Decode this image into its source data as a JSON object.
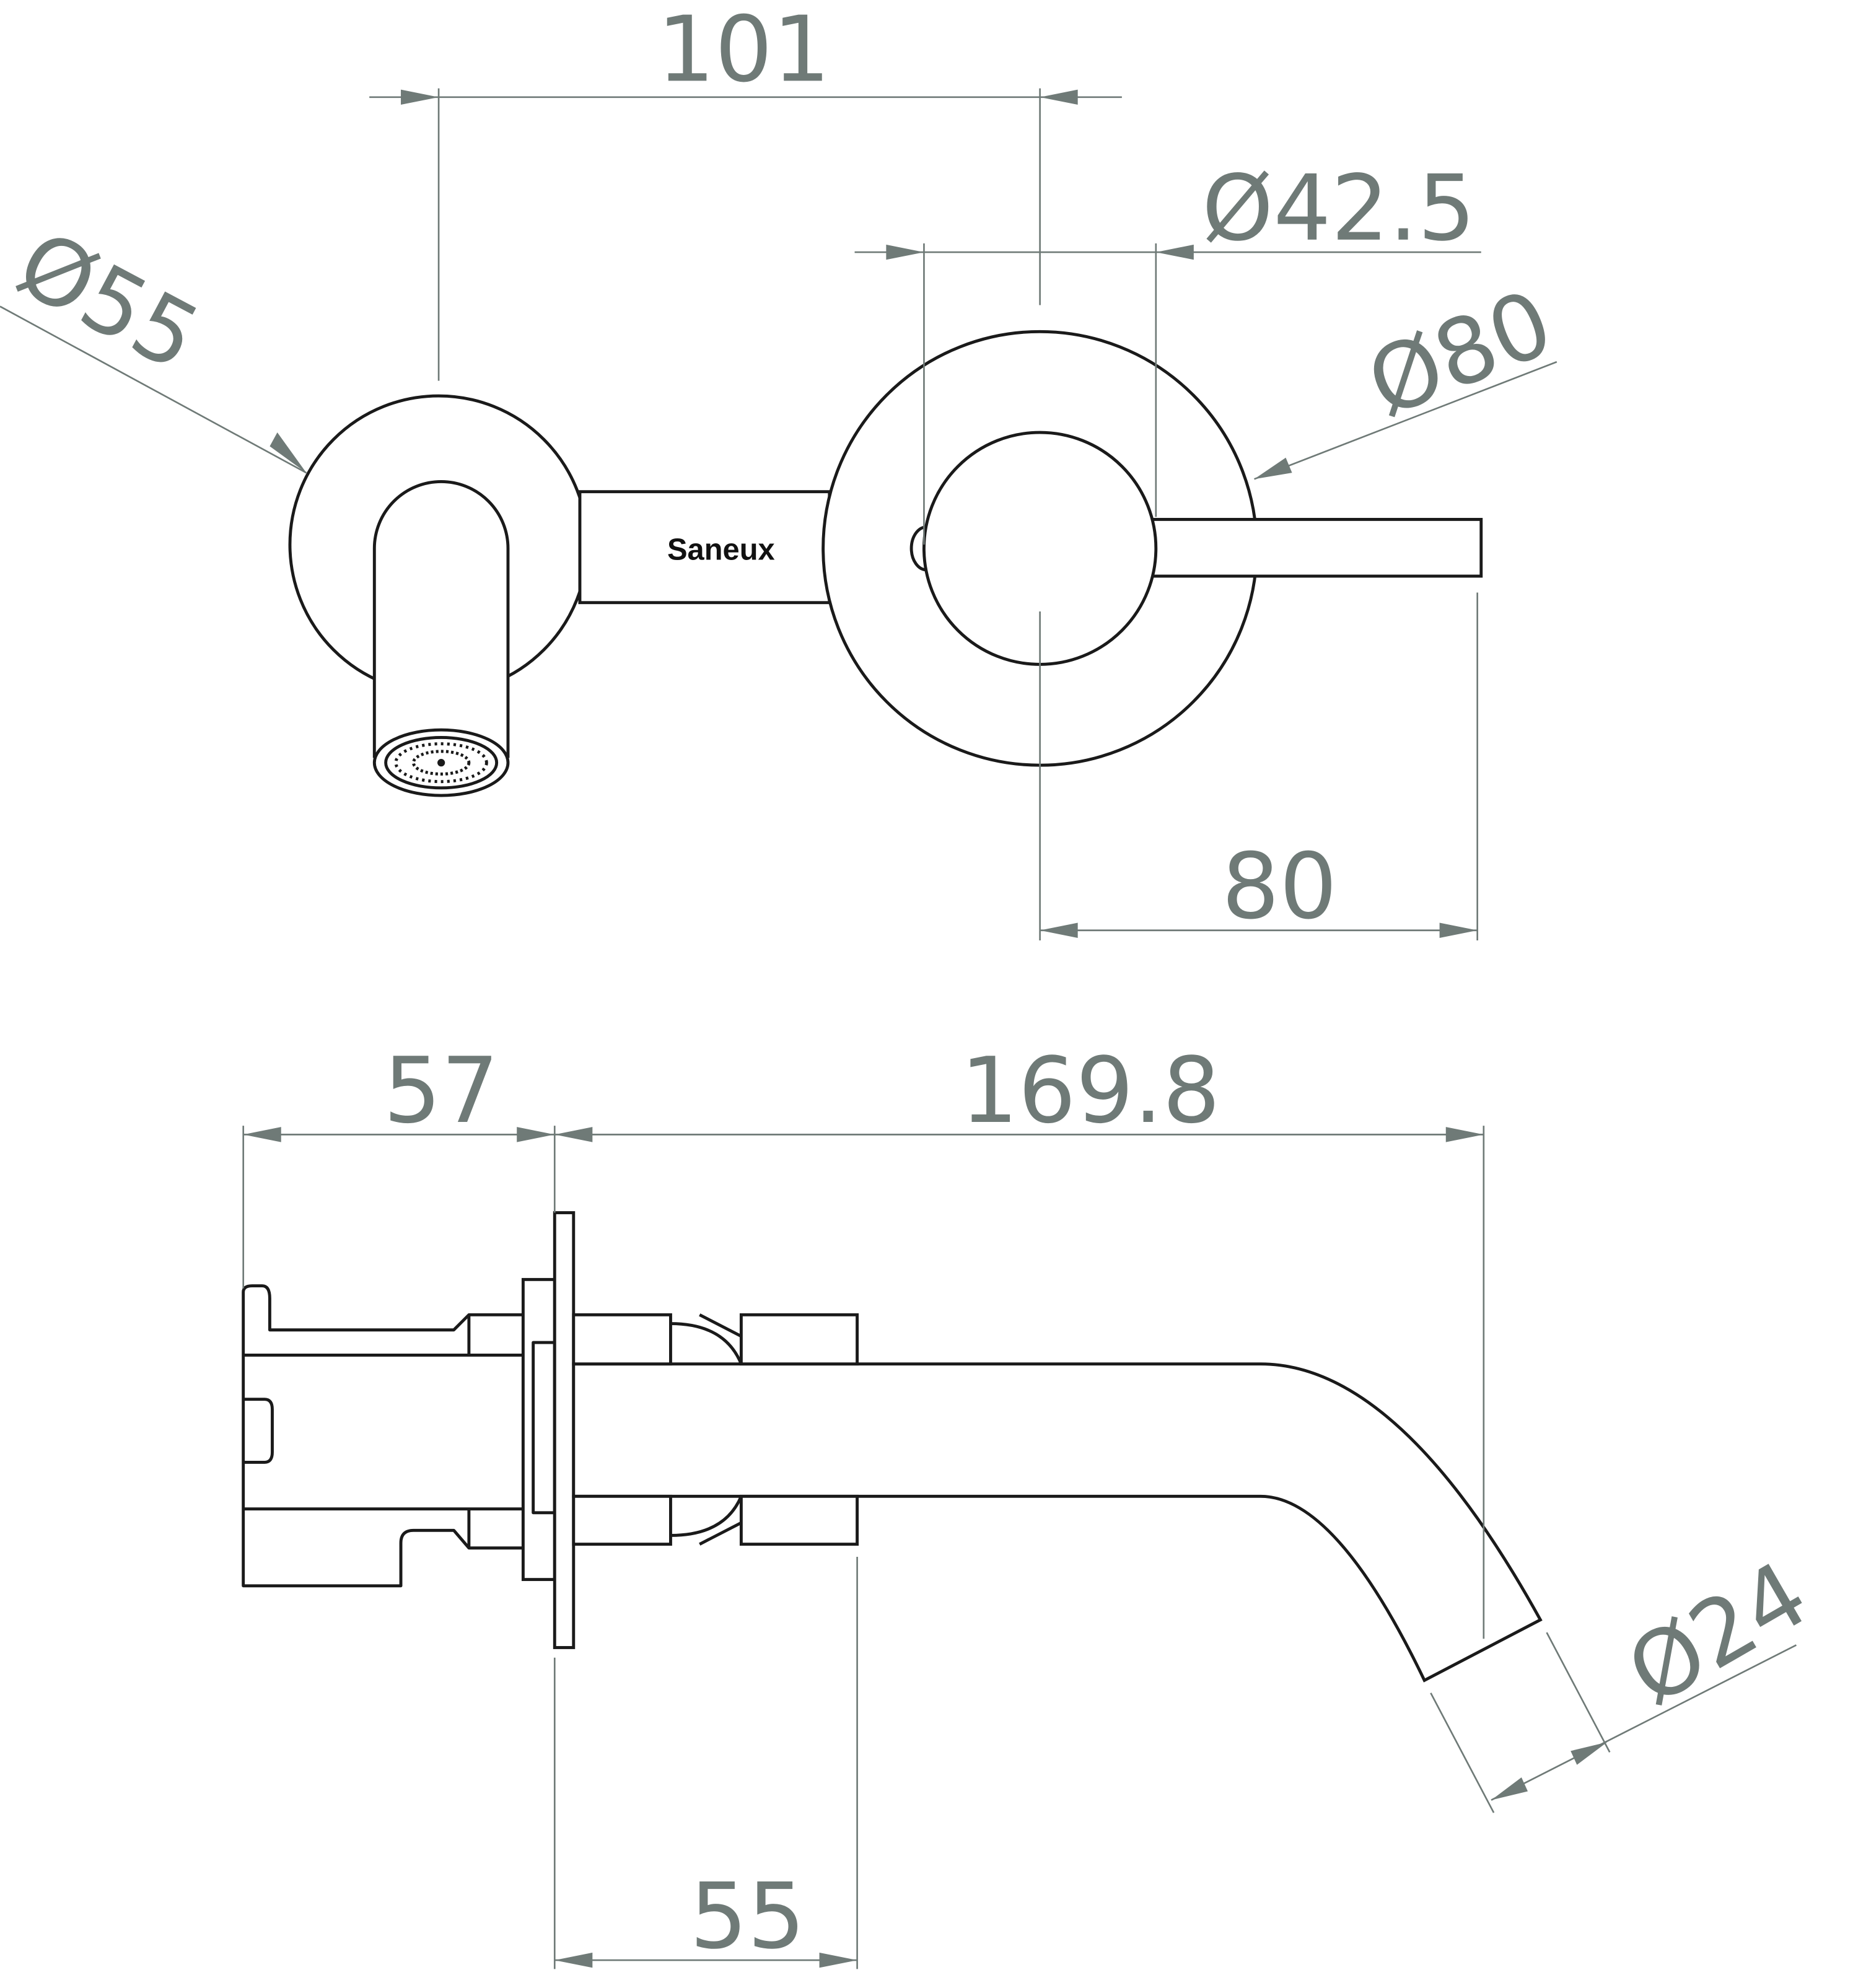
{
  "logo": "Saneux",
  "colors": {
    "outline": "#1a1a1a",
    "dimension": "#6f7a77"
  },
  "dimensions": {
    "top_view": {
      "spout_to_handle_centers": "101",
      "handle_diameter": "Ø42.5",
      "spout_rosette_diameter": "Ø55",
      "handle_rosette_diameter": "Ø80",
      "lever_length": "80"
    },
    "side_view": {
      "body_depth": "57",
      "spout_projection": "169.8",
      "adjustment_range": "55",
      "outlet_diameter": "Ø24"
    }
  }
}
